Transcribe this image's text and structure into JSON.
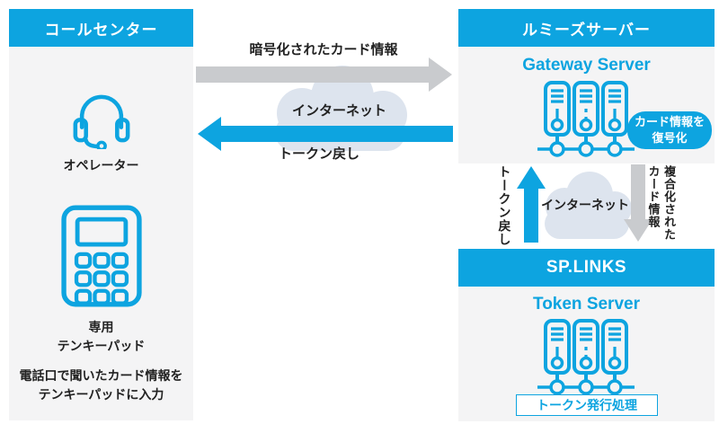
{
  "colors": {
    "accent_blue": "#0da4e0",
    "arrow_gray": "#c9cbce",
    "cloud_fill": "#dde4ee",
    "panel_gray": "#f4f4f5",
    "text_dark": "#1f1f1f"
  },
  "icons": {
    "headset": "headset-icon",
    "keypad": "numeric-keypad-icon",
    "servers": "server-cluster-icon",
    "cloud": "internet-cloud-icon"
  },
  "left_panel": {
    "title": "コールセンター",
    "operator_label": "オペレーター",
    "keypad_label": "専用\nテンキーパッド",
    "note": "電話口で聞いたカード情報を\nテンキーパッドに入力"
  },
  "flow_left": {
    "encrypted_label": "暗号化されたカード情報",
    "internet_label": "インターネット",
    "token_return_label": "トークン戻し"
  },
  "remise_panel": {
    "title": "ルミーズサーバー",
    "server_label": "Gateway Server",
    "badge": "カード情報を\n復号化"
  },
  "flow_right": {
    "token_return_label": "トークン戻し",
    "internet_label": "インターネット",
    "decrypted_label_col1": "複合化された",
    "decrypted_label_col2": "カード情報"
  },
  "splinks_panel": {
    "title": "SP.LINKS",
    "server_label": "Token Server",
    "process_label": "トークン発行処理"
  }
}
